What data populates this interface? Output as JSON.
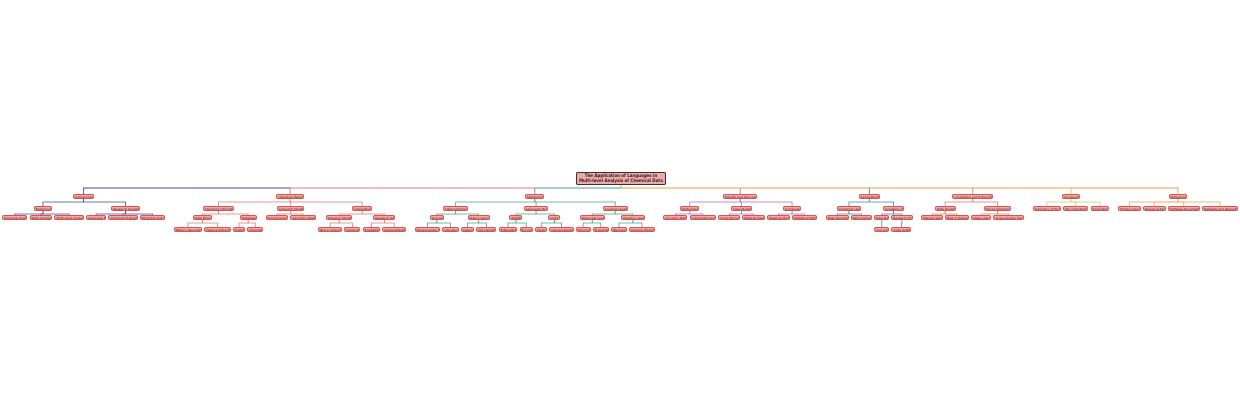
{
  "title": "The Application of Languages in Multi-level Analysis of Chemical Data",
  "colors": {
    "node_fill": "#f4aaa8",
    "node_border": "#d9534f",
    "root_fill": "#f3a7a7",
    "branch_colors": [
      "#3f4d8c",
      "#e07a7a",
      "#4aa388",
      "#a86fc9",
      "#2f8fb0",
      "#d47f57",
      "#e3c25a",
      "#e6a24a"
    ]
  },
  "tree": [
    {
      "label": "Introduction",
      "children": [
        {
          "label": "Background",
          "children": [
            {
              "label": "Chemical Analysis"
            },
            {
              "label": "Data Complexity"
            },
            {
              "label": "Multi-level Analysis"
            }
          ]
        },
        {
          "label": "Research Questions",
          "children": [
            {
              "label": "Language Role"
            },
            {
              "label": "Analytical Framework"
            },
            {
              "label": "Expected Outcomes"
            }
          ]
        }
      ]
    },
    {
      "label": "Literature Review",
      "children": [
        {
          "label": "Chemical Informatics",
          "children": [
            {
              "label": "Data Mining",
              "children": [
                {
                  "label": "Pattern Recognition"
                },
                {
                  "label": "Feature Extraction"
                }
              ]
            },
            {
              "label": "Databases",
              "children": [
                {
                  "label": "PubChem"
                },
                {
                  "label": "ChemSpider"
                }
              ]
            }
          ]
        },
        {
          "label": "Linguistic Models",
          "children": [
            {
              "label": "Formal Grammars"
            },
            {
              "label": "Semantic Networks"
            }
          ]
        },
        {
          "label": "Integration",
          "children": [
            {
              "label": "Previous Studies",
              "children": [
                {
                  "label": "NLP in Chemistry"
                },
                {
                  "label": "Ontologies"
                }
              ]
            },
            {
              "label": "Research Gaps",
              "children": [
                {
                  "label": "Scalability"
                },
                {
                  "label": "Interpretability"
                }
              ]
            }
          ]
        }
      ]
    },
    {
      "label": "Methodology",
      "children": [
        {
          "label": "Data Collection",
          "children": [
            {
              "label": "Sources",
              "children": [
                {
                  "label": "Experimental Data"
                },
                {
                  "label": "Literature"
                }
              ]
            },
            {
              "label": "Preprocessing",
              "children": [
                {
                  "label": "Cleaning"
                },
                {
                  "label": "Normalization"
                }
              ]
            }
          ]
        },
        {
          "label": "Language Models",
          "children": [
            {
              "label": "SMILES",
              "children": [
                {
                  "label": "Tokenization"
                },
                {
                  "label": "Encoding"
                }
              ]
            },
            {
              "label": "InChI",
              "children": [
                {
                  "label": "Parsing"
                },
                {
                  "label": "Canonicalization"
                }
              ]
            }
          ]
        },
        {
          "label": "Analysis Levels",
          "children": [
            {
              "label": "Molecular Level",
              "children": [
                {
                  "label": "Structure"
                },
                {
                  "label": "Properties"
                }
              ]
            },
            {
              "label": "Reaction Level",
              "children": [
                {
                  "label": "Mechanisms"
                },
                {
                  "label": "Kinetics Modeling"
                }
              ]
            }
          ]
        }
      ]
    },
    {
      "label": "Results and Discussion",
      "children": [
        {
          "label": "Performance",
          "children": [
            {
              "label": "Accuracy Metrics"
            },
            {
              "label": "Computational Cost"
            }
          ]
        },
        {
          "label": "Case Studies",
          "children": [
            {
              "label": "Drug Discovery"
            },
            {
              "label": "Material Design"
            }
          ]
        },
        {
          "label": "Comparison",
          "children": [
            {
              "label": "Baseline Models"
            },
            {
              "label": "Statistical Tests"
            }
          ]
        }
      ]
    },
    {
      "label": "Applications",
      "children": [
        {
          "label": "Industrial Use",
          "children": [
            {
              "label": "Pharmaceuticals"
            },
            {
              "label": "Petrochemicals"
            }
          ]
        },
        {
          "label": "Academic Use",
          "children": [
            {
              "label": "Education",
              "children": [
                {
                  "label": "Curricula"
                }
              ]
            },
            {
              "label": "Research Tools",
              "children": [
                {
                  "label": "Open Software"
                }
              ]
            }
          ]
        }
      ]
    },
    {
      "label": "Limitations and Future Work",
      "children": [
        {
          "label": "Data Quality",
          "children": [
            {
              "label": "Missing Values"
            },
            {
              "label": "Bias in Datasets"
            }
          ]
        },
        {
          "label": "Future Directions",
          "children": [
            {
              "label": "Deep Learning"
            },
            {
              "label": "Cross-domain Transfer"
            }
          ]
        }
      ]
    },
    {
      "label": "Conclusion",
      "children": [
        {
          "label": "Summary of Findings"
        },
        {
          "label": "Key Contributions"
        },
        {
          "label": "Implications"
        }
      ]
    },
    {
      "label": "References",
      "children": [
        {
          "label": "Primary Sources"
        },
        {
          "label": "Review Articles"
        },
        {
          "label": "Software Documentation"
        },
        {
          "label": "Datasets and Repositories"
        }
      ]
    }
  ]
}
